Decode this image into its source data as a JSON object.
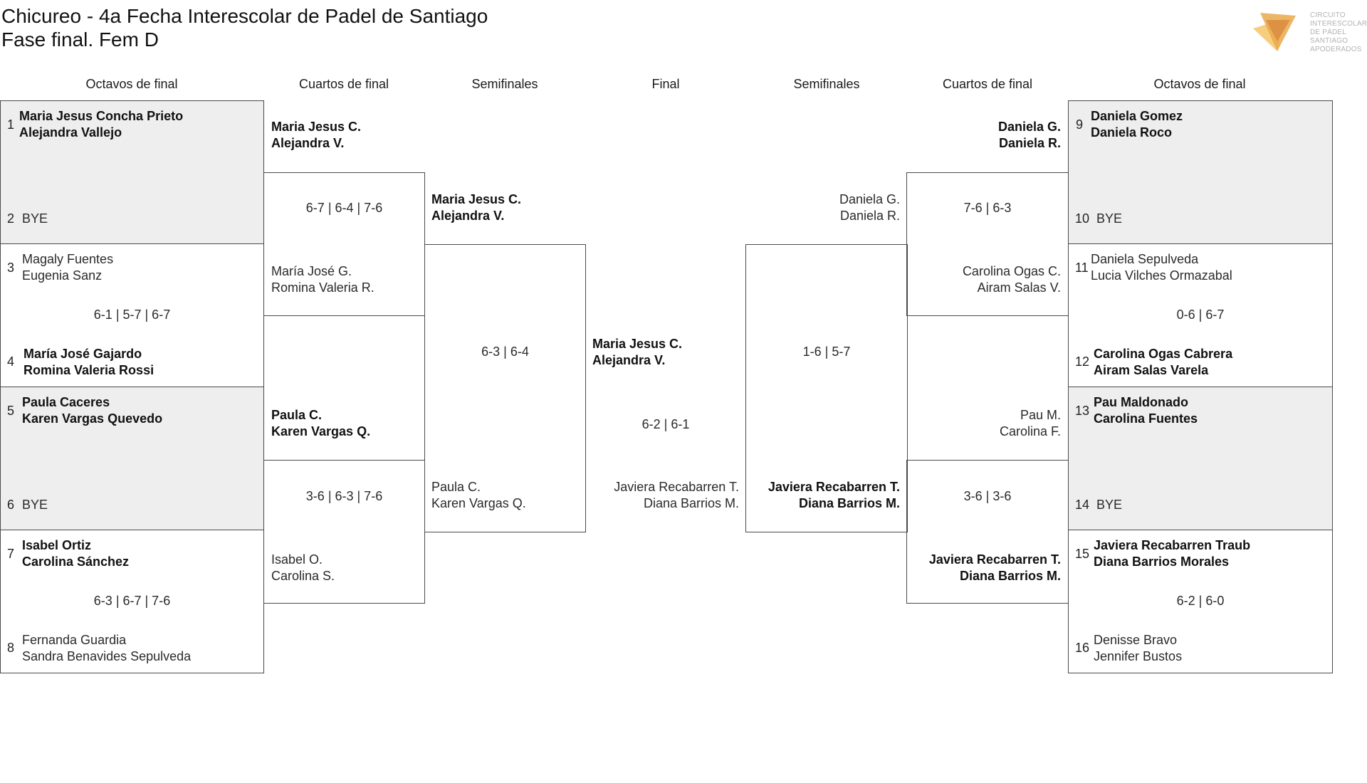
{
  "title": {
    "line1": "Chicureo - 4a Fecha Interescolar de Padel de Santiago",
    "line2": "Fase final. Fem D"
  },
  "logo": {
    "lines": [
      "CIRCUITO",
      "INTERESCOLAR",
      "DE PÁDEL",
      "SANTIAGO",
      "APODERADOS"
    ],
    "colors": [
      "#f4c567",
      "#e9a94c",
      "#d98a3f"
    ]
  },
  "headers": {
    "l_octavos": "Octavos de final",
    "l_cuartos": "Cuartos de final",
    "l_semis": "Semifinales",
    "final": "Final",
    "r_semis": "Semifinales",
    "r_cuartos": "Cuartos de final",
    "r_octavos": "Octavos de final"
  },
  "left_r16": [
    {
      "seed1": "1",
      "p1": "Maria Jesus Concha Prieto",
      "p2": "Alejandra Vallejo",
      "seed2": "2",
      "q1": "BYE",
      "q2": "",
      "score": ""
    },
    {
      "seed1": "3",
      "p1": "Magaly Fuentes",
      "p2": "Eugenia Sanz",
      "seed2": "4",
      "q1": "María José Gajardo",
      "q2": "Romina Valeria Rossi",
      "score": "6-1 | 5-7 | 6-7"
    },
    {
      "seed1": "5",
      "p1": "Paula Caceres",
      "p2": "Karen Vargas Quevedo",
      "seed2": "6",
      "q1": "BYE",
      "q2": "",
      "score": ""
    },
    {
      "seed1": "7",
      "p1": "Isabel Ortiz",
      "p2": "Carolina Sánchez",
      "seed2": "8",
      "q1": "Fernanda Guardia",
      "q2": "Sandra Benavides Sepulveda",
      "score": "6-3 | 6-7 | 7-6"
    }
  ],
  "right_r16": [
    {
      "seed1": "9",
      "p1": "Daniela Gomez",
      "p2": "Daniela Roco",
      "seed2": "10",
      "q1": "BYE",
      "q2": "",
      "score": ""
    },
    {
      "seed1": "11",
      "p1": "Daniela Sepulveda",
      "p2": "Lucia Vilches Ormazabal",
      "seed2": "12",
      "q1": "Carolina Ogas Cabrera",
      "q2": "Airam Salas Varela",
      "score": "0-6 | 6-7"
    },
    {
      "seed1": "13",
      "p1": "Pau Maldonado",
      "p2": "Carolina Fuentes",
      "seed2": "14",
      "q1": "BYE",
      "q2": "",
      "score": ""
    },
    {
      "seed1": "15",
      "p1": "Javiera Recabarren Traub",
      "p2": "Diana Barrios Morales",
      "seed2": "16",
      "q1": "Denisse Bravo",
      "q2": "Jennifer Bustos",
      "score": "6-2 | 6-0"
    }
  ],
  "left_qf": [
    {
      "a1": "Maria Jesus C.",
      "a2": "Alejandra V.",
      "score": "6-7 | 6-4 | 7-6",
      "b1": "María José G.",
      "b2": "Romina Valeria R."
    },
    {
      "a1": "Paula C.",
      "a2": "Karen Vargas Q.",
      "score": "3-6 | 6-3 | 7-6",
      "b1": "Isabel O.",
      "b2": "Carolina S."
    }
  ],
  "right_qf": [
    {
      "a1": "Daniela G.",
      "a2": "Daniela R.",
      "score": "7-6 | 6-3",
      "b1": "Carolina Ogas C.",
      "b2": "Airam Salas V."
    },
    {
      "a1": "Pau M.",
      "a2": "Carolina F.",
      "score": "3-6 | 3-6",
      "b1": "Javiera Recabarren T.",
      "b2": "Diana Barrios M."
    }
  ],
  "left_sf": {
    "a1": "Maria Jesus C.",
    "a2": "Alejandra V.",
    "score": "6-3 | 6-4",
    "b1": "Paula C.",
    "b2": "Karen Vargas Q."
  },
  "right_sf": {
    "a1": "Daniela G.",
    "a2": "Daniela R.",
    "score": "1-6 | 5-7",
    "b1": "Javiera Recabarren T.",
    "b2": "Diana Barrios M."
  },
  "final": {
    "a1": "Maria Jesus C.",
    "a2": "Alejandra V.",
    "score": "6-2 | 6-1",
    "b1": "Javiera Recabarren T.",
    "b2": "Diana Barrios M."
  }
}
